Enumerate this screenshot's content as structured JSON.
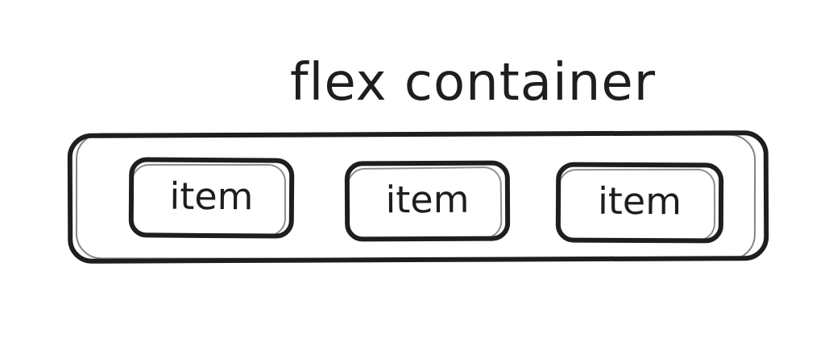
{
  "diagram": {
    "title": "flex container",
    "items": [
      {
        "label": "item"
      },
      {
        "label": "item"
      },
      {
        "label": "item"
      }
    ],
    "colors": {
      "stroke": "#1e1e1e",
      "background": "#ffffff"
    }
  }
}
